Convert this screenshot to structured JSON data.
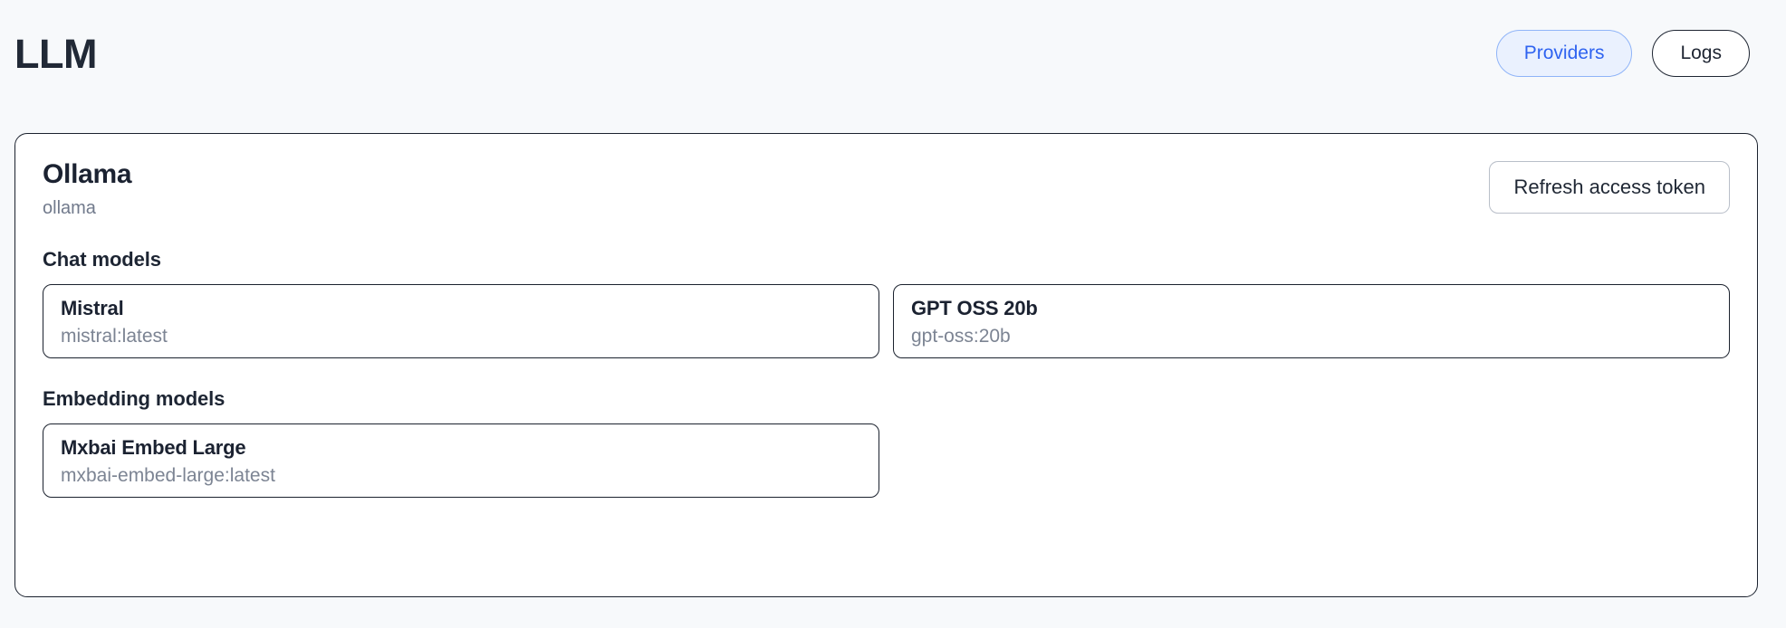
{
  "header": {
    "brand": "LLM",
    "nav": [
      {
        "label": "Providers",
        "active": true
      },
      {
        "label": "Logs",
        "active": false
      }
    ]
  },
  "provider": {
    "title": "Ollama",
    "subtitle": "ollama",
    "refresh_label": "Refresh access token",
    "sections": [
      {
        "label": "Chat models",
        "models": [
          {
            "name": "Mistral",
            "id": "mistral:latest"
          },
          {
            "name": "GPT OSS 20b",
            "id": "gpt-oss:20b"
          }
        ]
      },
      {
        "label": "Embedding models",
        "models": [
          {
            "name": "Mxbai Embed Large",
            "id": "mxbai-embed-large:latest"
          }
        ]
      }
    ]
  },
  "colors": {
    "page_background": "#f7f9fb",
    "card_background": "#ffffff",
    "border": "#1b222e",
    "text_primary": "#1b2231",
    "text_muted": "#7c8493",
    "accent": "#2f63f0",
    "accent_background": "#eaf1fe",
    "accent_border": "#8fb4f8"
  }
}
